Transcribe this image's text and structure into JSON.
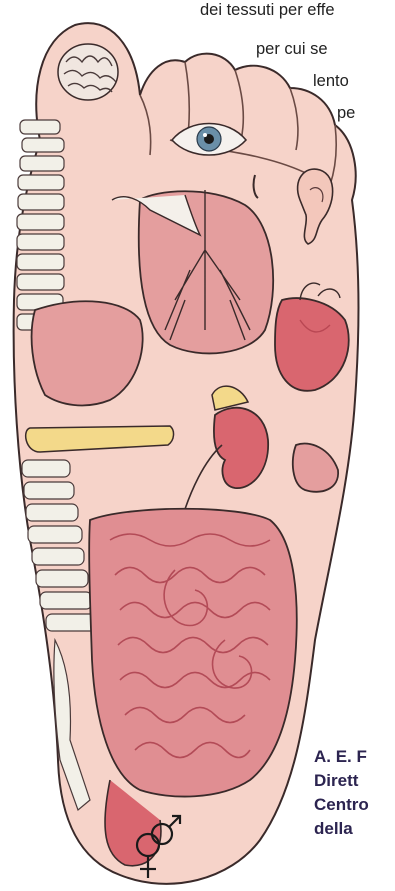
{
  "text_lines": [
    "dei tessuti per effe",
    "per cui se",
    "lento",
    "pe"
  ],
  "author_lines": [
    "A. E. F",
    "Dirett",
    "Centro",
    "della"
  ],
  "illustration": {
    "subject": "reflexology foot map",
    "organs": [
      "brain",
      "eye",
      "ear",
      "spine",
      "lung",
      "heart",
      "liver",
      "kidney",
      "bladder",
      "spleen",
      "intestines",
      "gender-symbol"
    ],
    "colors": {
      "skin": "#f6d3c9",
      "outline": "#3a2a2a",
      "organ_red": "#d9666f",
      "organ_dark": "#b94753",
      "bone": "#f2f0e8",
      "fat_yellow": "#f3d98a"
    }
  }
}
